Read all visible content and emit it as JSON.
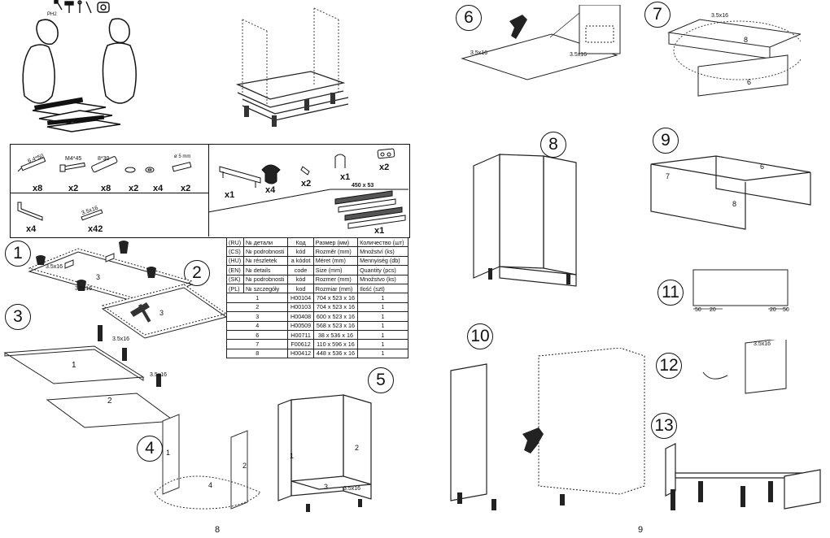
{
  "pages": {
    "left": "8",
    "right": "9"
  },
  "tools": {
    "screw_label": "PH2"
  },
  "hardware": [
    {
      "spec": "6.4*50",
      "qty": "x8",
      "icon": "confirmat-screw-icon"
    },
    {
      "spec": "M4*45",
      "qty": "x2",
      "icon": "bolt-icon"
    },
    {
      "spec": "8*30",
      "qty": "x8",
      "icon": "dowel-icon"
    },
    {
      "spec": "",
      "qty": "x2",
      "icon": "cam-lock-icon"
    },
    {
      "spec": "",
      "qty": "x4",
      "icon": "washer-icon"
    },
    {
      "spec": "ø 5 mm",
      "qty": "x2",
      "icon": "shelf-pin-icon"
    },
    {
      "spec": "",
      "qty": "x1",
      "icon": "handle-icon"
    },
    {
      "spec": "",
      "qty": "x4",
      "icon": "leg-icon"
    },
    {
      "spec": "",
      "qty": "x2",
      "icon": "clip-icon"
    },
    {
      "spec": "",
      "qty": "x1",
      "icon": "hook-icon"
    },
    {
      "spec": "",
      "qty": "x2",
      "icon": "plate-icon"
    },
    {
      "spec": "",
      "qty": "x4",
      "icon": "angle-bracket-icon"
    },
    {
      "spec": "3.5x16",
      "qty": "x42",
      "icon": "wood-screw-icon"
    },
    {
      "spec": "450 x 53",
      "qty": "x1",
      "icon": "drawer-runner-icon"
    }
  ],
  "parts_table": {
    "header_rows": [
      [
        "(RU)",
        "№ детали",
        "Код",
        "Размер  (мм)",
        "Количество (шт)"
      ],
      [
        "(CS)",
        "№ podrobnosti",
        "kód",
        "Rozměr (mm)",
        "Množství (ks)"
      ],
      [
        "(HU)",
        "№ részletek",
        "a kódot",
        "Méret (mm)",
        "Mennyiség (db)"
      ],
      [
        "(EN)",
        "№ details",
        "code",
        "Size (mm)",
        "Quantity  (pcs)"
      ],
      [
        "(SK)",
        "№ podrobnosti",
        "kód",
        "Rozmer (mm)",
        "Množstvo (ks)"
      ],
      [
        "(PL)",
        "№ szczegóły",
        "kod",
        "Rozmiar (mm)",
        "Ilość (szt)"
      ]
    ],
    "rows": [
      [
        "1",
        "H00104",
        "704 x 523 x 16",
        "1"
      ],
      [
        "2",
        "H00103",
        "704 x 523 x 16",
        "1"
      ],
      [
        "3",
        "H00408",
        "600 x 523 x 16",
        "1"
      ],
      [
        "4",
        "H00509",
        "568 x 523 x 16",
        "1"
      ],
      [
        "6",
        "H00711",
        "38 x 536 x 16",
        "1"
      ],
      [
        "7",
        "F00612",
        "110 x 596 x 16",
        "1"
      ],
      [
        "8",
        "H00412",
        "448 x 536 x 16",
        "1"
      ]
    ]
  },
  "steps": [
    "1",
    "2",
    "3",
    "4",
    "5",
    "6",
    "7",
    "8",
    "9",
    "10",
    "11",
    "12",
    "13"
  ],
  "labels": {
    "screw": "3.5x16",
    "p1": "1",
    "p2": "2",
    "p3": "3",
    "p4": "4",
    "p6": "6",
    "p7": "7",
    "p8": "8",
    "dim50": "50",
    "dim20": "20"
  }
}
